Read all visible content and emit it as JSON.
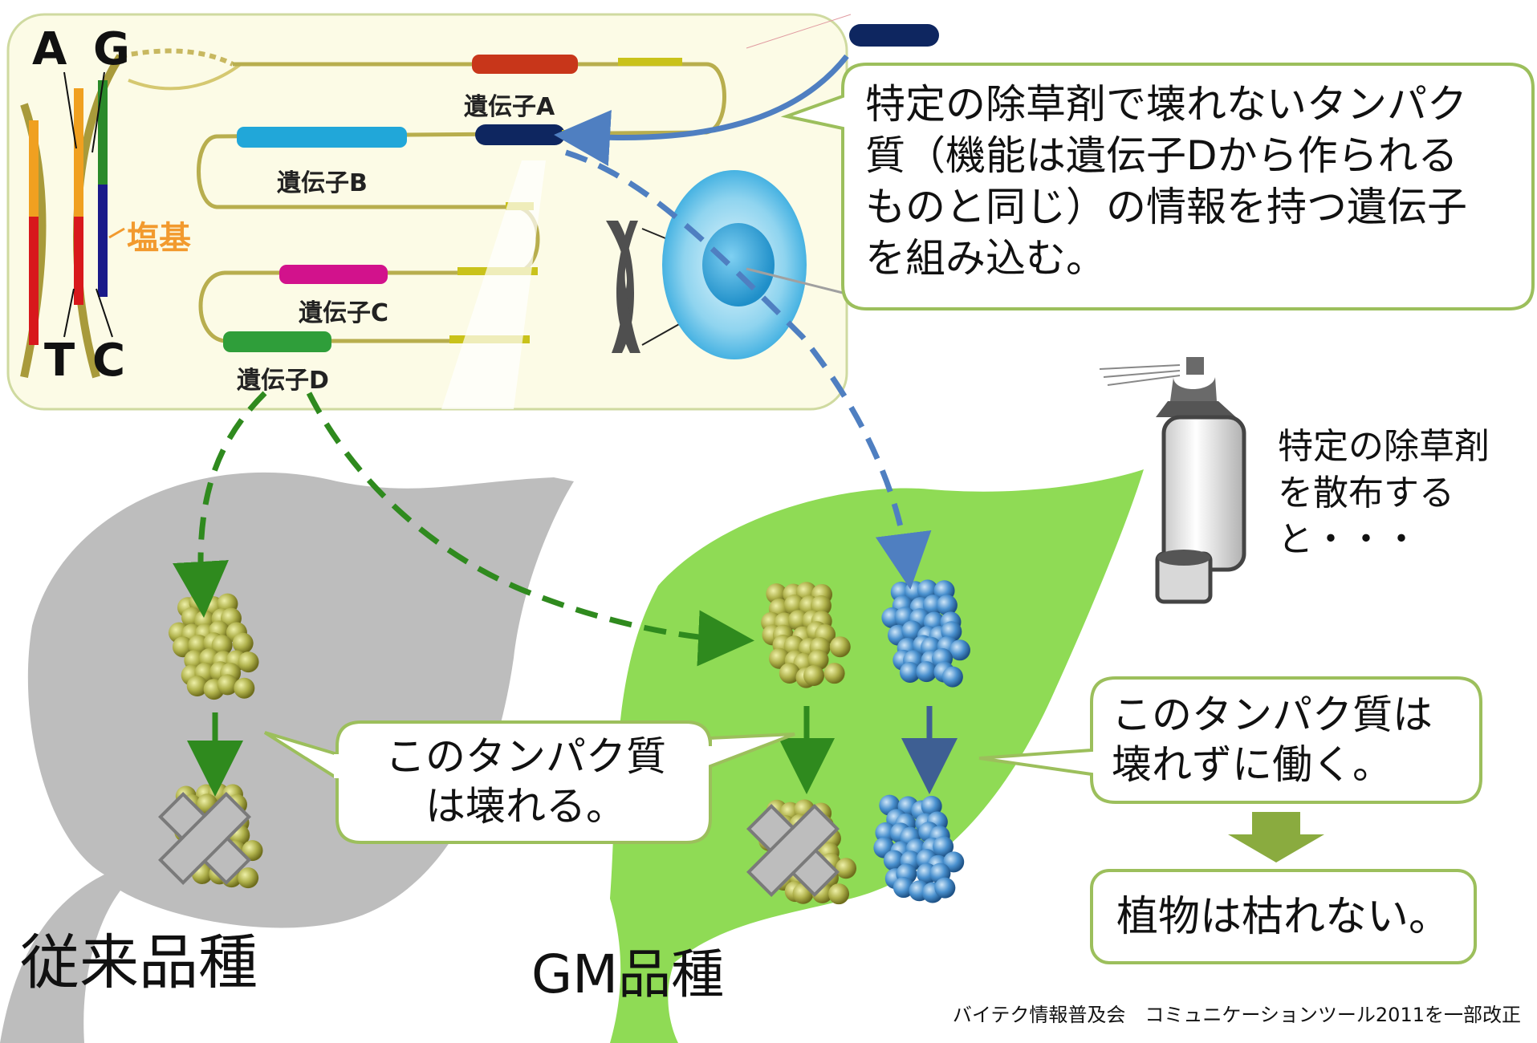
{
  "dna": {
    "base_a": "A",
    "base_g": "G",
    "base_t": "T",
    "base_c": "C",
    "base_label": "塩基"
  },
  "genes": {
    "gene_a": "遺伝子A",
    "gene_b": "遺伝子B",
    "gene_c": "遺伝子C",
    "gene_d": "遺伝子D"
  },
  "callouts": {
    "insert_gene": [
      "特定の除草剤で壊れないタンパク",
      "質（機能は遺伝子Dから作られる",
      "ものと同じ）の情報を持つ遺伝子",
      "を組み込む。"
    ],
    "spray": [
      "特定の除草剤",
      "を散布する",
      "と・・・"
    ],
    "protein_breaks": [
      "このタンパク質",
      "は壊れる。"
    ],
    "protein_works": [
      "このタンパク質は",
      "壊れずに働く。"
    ],
    "plant_survives": "植物は枯れない。"
  },
  "labels": {
    "conventional": "従来品種",
    "gm": "GM品種"
  },
  "footer": {
    "credit": "バイテク情報普及会　コミュニケーションツール2011を一部改正"
  },
  "colors": {
    "panel_bg": "#fcfbe6",
    "panel_border": "#c9d69a",
    "gray_leaf": "#bdbdbd",
    "green_leaf": "#8fdb55",
    "callout_border": "#9cbf5c",
    "green_arrow": "#2f8a1e",
    "blue_arrow": "#4f7fc1",
    "olive_protein": "#a7a744",
    "blue_protein": "#3f86c9",
    "gene_a": "#c8361a",
    "gene_b": "#21a7d9",
    "gene_c": "#d2128c",
    "gene_d": "#2f9e3a",
    "inserted_gene": "#0e2660",
    "result_arrow": "#8aab3f"
  }
}
